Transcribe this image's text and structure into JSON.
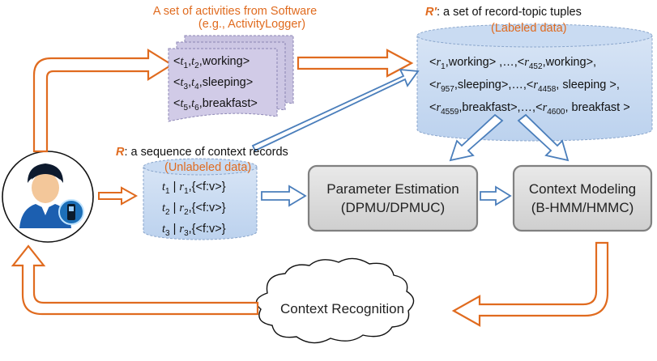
{
  "software": {
    "title_line1": "A set of activities from Software",
    "title_line2": "(e.g., ActivityLogger)",
    "entries": [
      {
        "a": "t",
        "as": "1",
        "b": "t",
        "bs": "2",
        "label": "working"
      },
      {
        "a": "t",
        "as": "3",
        "b": "t",
        "bs": "4",
        "label": "sleeping"
      },
      {
        "a": "t",
        "as": "5",
        "b": "t",
        "bs": "6",
        "label": "breakfast"
      }
    ]
  },
  "labeled": {
    "symbol": "R′",
    "title": ":  a set of record-topic tuples",
    "subtitle": "(Labeled data)",
    "rows": [
      [
        {
          "r": "1",
          "label": "working"
        },
        {
          "sep": " ,…,"
        },
        {
          "r": "452",
          "label": "working"
        },
        {
          "sep": ","
        }
      ],
      [
        {
          "r": "957",
          "label": "sleeping"
        },
        {
          "sep": ",…,"
        },
        {
          "r": "4458",
          "label": " sleeping "
        },
        {
          "sep": ","
        }
      ],
      [
        {
          "r": "4559",
          "label": "breakfast"
        },
        {
          "sep": ",…,"
        },
        {
          "r": "4600",
          "label": " breakfast "
        }
      ]
    ]
  },
  "unlabeled": {
    "symbol": "R",
    "title": ": a sequence of context records",
    "subtitle": "(Unlabeled data)",
    "rows": [
      {
        "t": "1",
        "r": "1",
        "fv": "{<f:v>}"
      },
      {
        "t": "2",
        "r": "2",
        "fv": "{<f:v>}"
      },
      {
        "t": "3",
        "r": "3",
        "fv": "{<f:v>}"
      }
    ]
  },
  "param": {
    "line1": "Parameter Estimation",
    "line2": "(DPMU/DPMUC)"
  },
  "model": {
    "line1": "Context Modeling",
    "line2": "(B-HMM/HMMC)"
  },
  "recognition": {
    "label": "Context Recognition"
  },
  "colors": {
    "orange": "#e06b1f",
    "blue": "#4a7ebb",
    "cylinder": "#c5d8f0",
    "doc": "#c8c2e0",
    "box": "#d9d9d9"
  },
  "icons": {
    "user": "user-with-phone-icon"
  }
}
